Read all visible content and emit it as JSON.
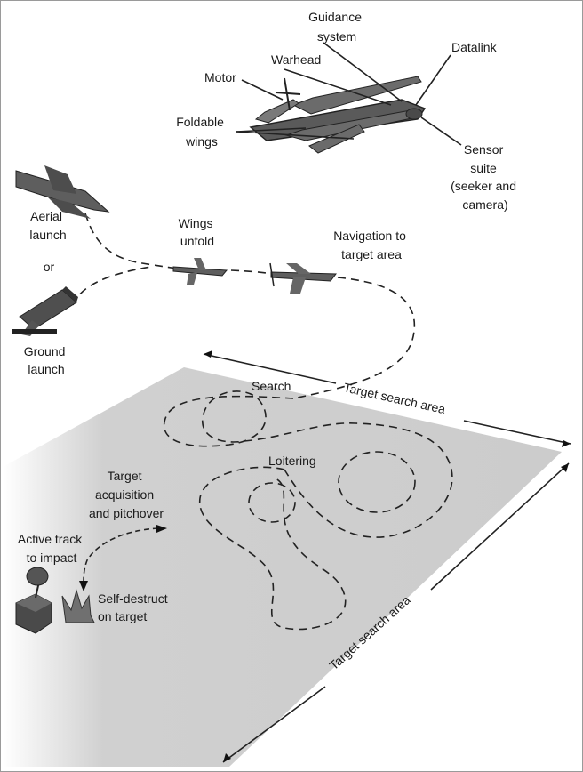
{
  "labels": {
    "guidance": [
      "Guidance",
      "system"
    ],
    "datalink": "Datalink",
    "warhead": "Warhead",
    "motor": "Motor",
    "foldable": [
      "Foldable",
      "wings"
    ],
    "sensor": [
      "Sensor",
      "suite",
      "(seeker and",
      "camera)"
    ],
    "aerial": [
      "Aerial",
      "launch"
    ],
    "or": "or",
    "ground": [
      "Ground",
      "launch"
    ],
    "wings_unfold": [
      "Wings",
      "unfold"
    ],
    "navigation": [
      "Navigation to",
      "target area"
    ],
    "search": "Search",
    "search_area_top": "Target search area",
    "search_area_right": "Target search area",
    "loitering": "Loitering",
    "acquisition": [
      "Target",
      "acquisition",
      "and pitchover"
    ],
    "active_track": [
      "Active track",
      "to impact"
    ],
    "self_destruct": [
      "Self-destruct",
      "on target"
    ]
  },
  "colors": {
    "ground_plane": "#cfcfcf",
    "ink": "#1a1a1a",
    "aircraft": "#5e5e5e"
  }
}
